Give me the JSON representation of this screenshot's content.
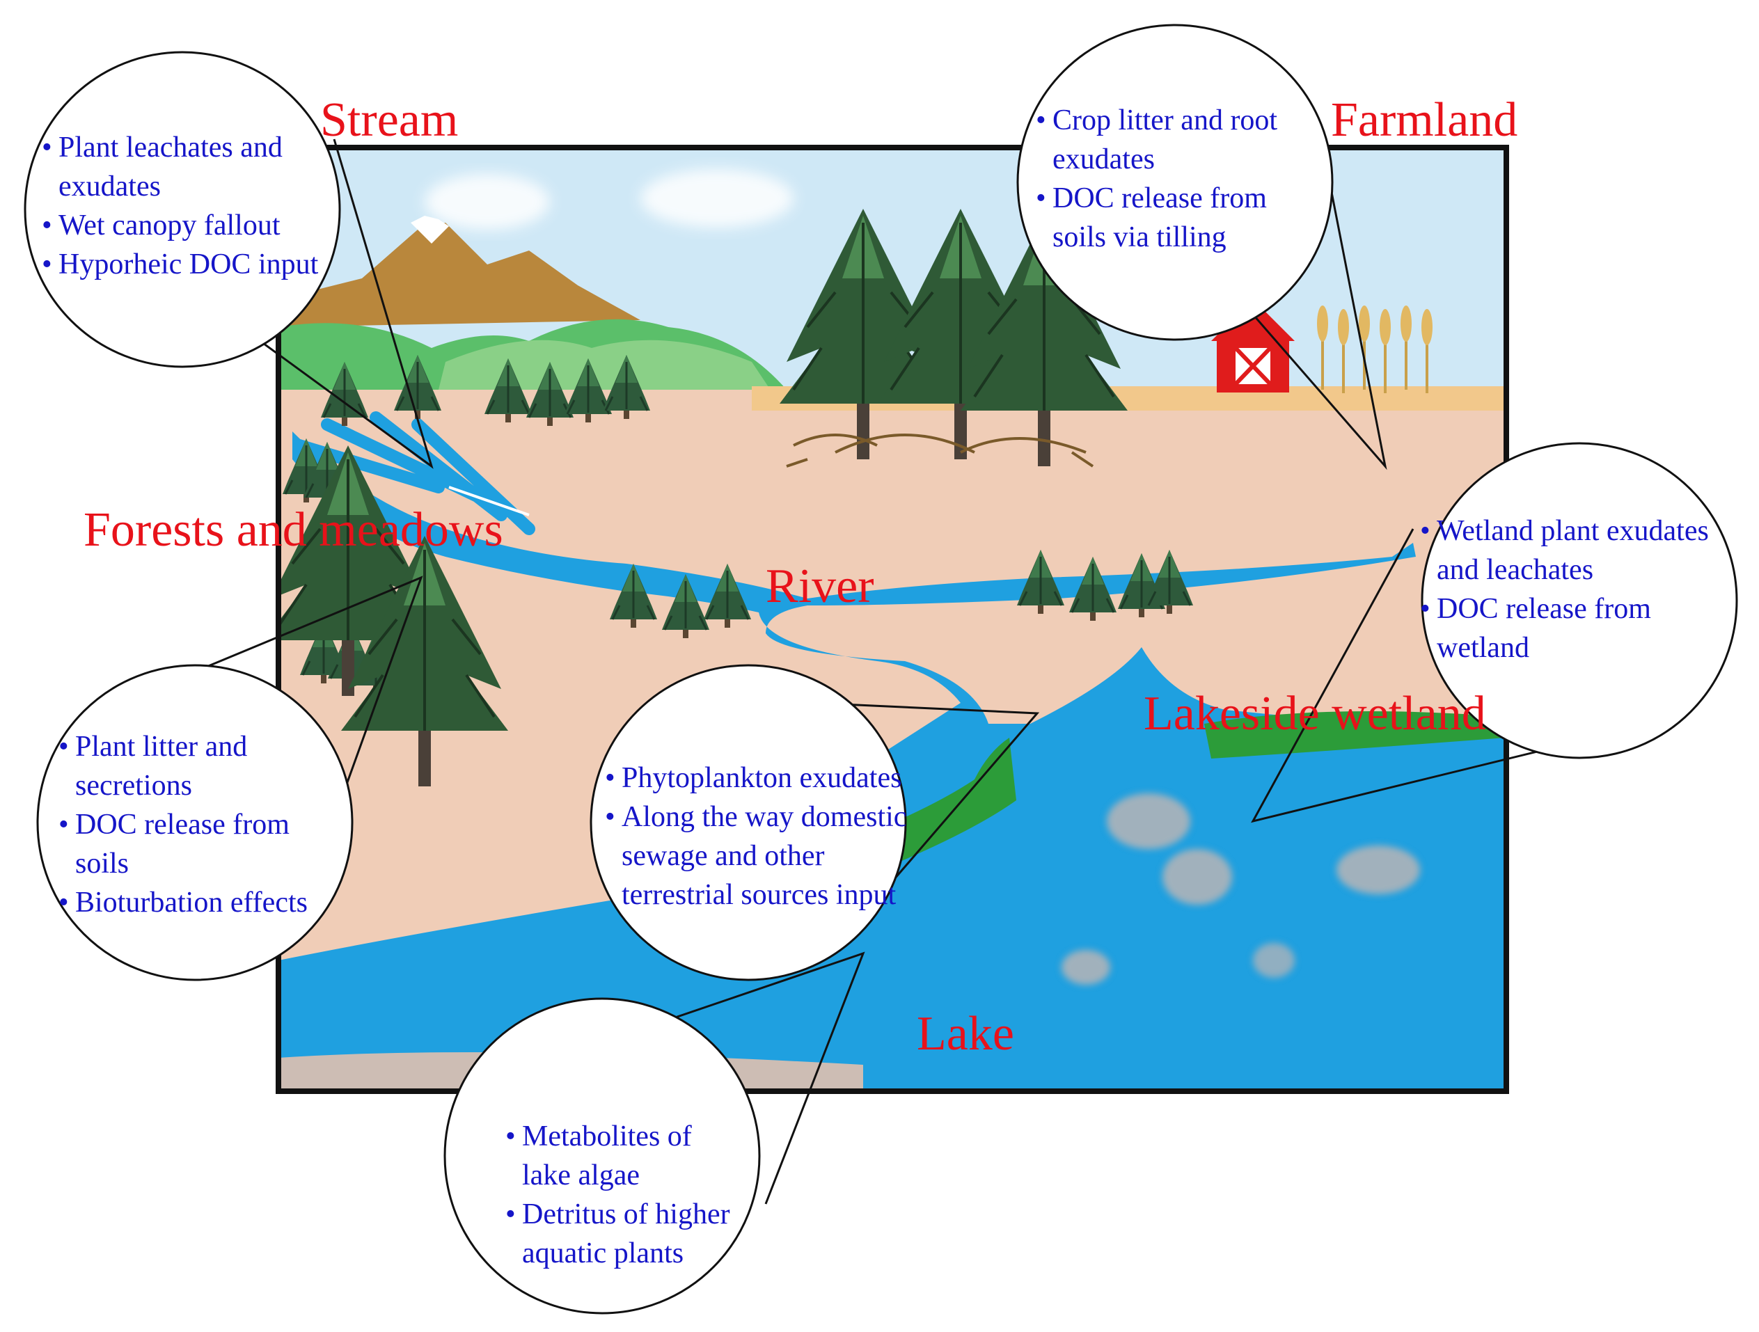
{
  "labels": {
    "stream": "Stream",
    "farmland": "Farmland",
    "forests": "Forests and meadows",
    "river": "River",
    "wetland": "Lakeside wetland",
    "lake": "Lake"
  },
  "callouts": {
    "stream": [
      "Plant leachates and",
      "exudates",
      "Wet canopy fallout",
      "Hyporheic DOC input"
    ],
    "farmland": [
      "Crop litter and root",
      "exudates",
      "DOC release from",
      "soils via tilling"
    ],
    "wetland": [
      "Wetland plant exudates",
      "and leachates",
      "DOC release from",
      "wetland"
    ],
    "forest": [
      "Plant litter and",
      "secretions",
      "DOC release from",
      "soils",
      "Bioturbation effects"
    ],
    "river": [
      "Phytoplankton exudates",
      "Along the way domestic",
      "sewage and other",
      "terrestrial sources input"
    ],
    "lake": [
      "Metabolites of",
      "lake algae",
      "Detritus of higher",
      "aquatic plants"
    ]
  },
  "bullet_char": "•",
  "colors": {
    "label_red": "#e8121a",
    "text_blue": "#1515c8",
    "sky": "#cfe8f6",
    "ground": "#f0cdb7",
    "water": "#1fa0e0",
    "mountain": "#b9873c",
    "hills": "#5bbf6a",
    "farm_strip": "#f2c88b",
    "barn": "#e01c1c",
    "tree": "#2e5a3b"
  }
}
